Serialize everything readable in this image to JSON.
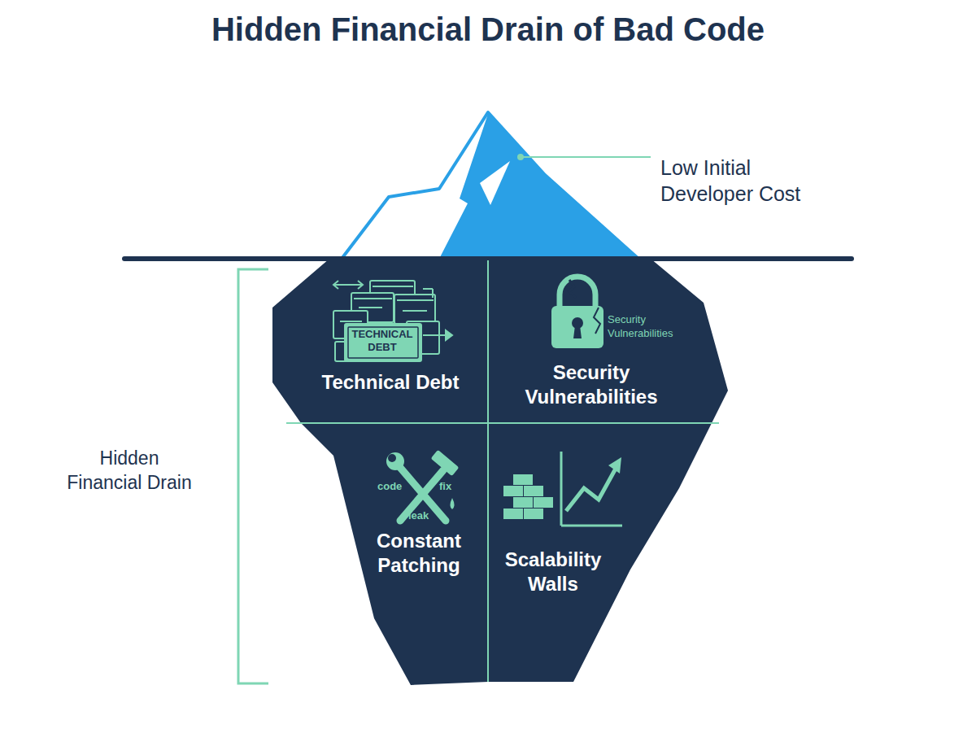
{
  "diagram": {
    "title": "Hidden Financial Drain of Bad Code",
    "nodes": [
      {
        "text": [
          "Low Initial Developer Cost"
        ]
      },
      {
        "text": [
          "Hidden Financial Drain"
        ]
      },
      {
        "text": [
          "TECHNICAL DEBT",
          "Technical Debt"
        ],
        "in": 1
      },
      {
        "text": [
          "Security Vulnerabilities",
          "Security Vulnerabilities"
        ],
        "in": 1
      },
      {
        "text": [
          "code",
          "fix",
          "leak",
          "Constant Patching"
        ],
        "in": 1
      },
      {
        "text": [
          "Scalability Walls"
        ],
        "in": 1
      }
    ]
  }
}
